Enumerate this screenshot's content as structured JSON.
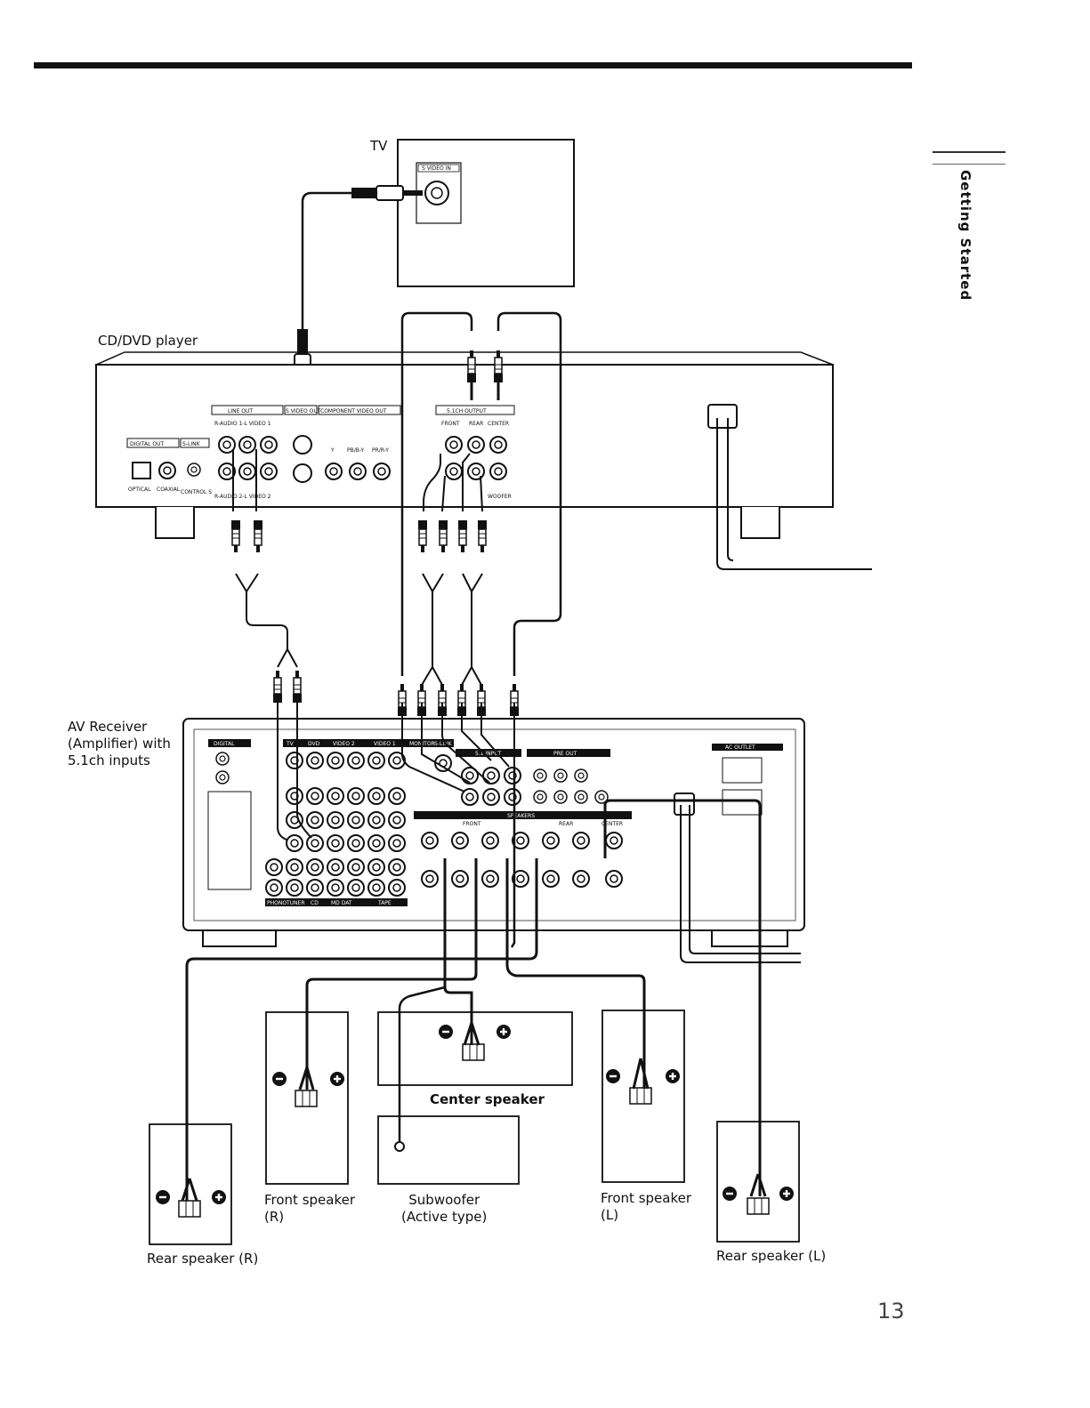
{
  "section_tab": "Getting Started",
  "page_number": "13",
  "devices": {
    "tv": "TV",
    "tv_input": "S VIDEO IN",
    "player": "CD/DVD player",
    "receiver": "AV Receiver\n(Amplifier) with\n5.1ch inputs"
  },
  "player_panel": {
    "digital_out": "DIGITAL OUT",
    "s_link": "S-LINK",
    "optical": "OPTICAL",
    "coaxial": "COAXIAL",
    "control_s": "CONTROL S",
    "line_out": "LINE OUT",
    "audio_video_1": "R-AUDIO 1-L  VIDEO 1",
    "audio_video_2": "R-AUDIO 2-L  VIDEO 2",
    "s_video_out": "S VIDEO OUT",
    "component_video_out": "COMPONENT VIDEO OUT",
    "component_labels": [
      "Y",
      "PB/B-Y",
      "PR/R-Y"
    ],
    "ch_output": "5.1CH OUTPUT",
    "front": "FRONT",
    "rear": "REAR",
    "center": "CENTER",
    "woofer": "WOOFER"
  },
  "receiver_panel": {
    "digital": "DIGITAL",
    "inputs_top": [
      "TV",
      "DVD",
      "VIDEO 2",
      "VIDEO 1",
      "MONITOR",
      "S-LINK"
    ],
    "ch_input": "5.1 INPUT",
    "pre_out": "PRE OUT",
    "speakers": "SPEAKERS",
    "front": "FRONT",
    "rear": "REAR",
    "center": "CENTER",
    "ac_outlet": "AC OUTLET",
    "inputs_bottom": [
      "PHONO",
      "TUNER",
      "CD",
      "MD DAT",
      "TAPE"
    ]
  },
  "speakers": {
    "center": "Center speaker",
    "front_r": "Front speaker\n(R)",
    "subwoofer": "Subwoofer\n(Active type)",
    "front_l": "Front speaker\n(L)",
    "rear_r": "Rear speaker (R)",
    "rear_l": "Rear speaker (L)"
  }
}
